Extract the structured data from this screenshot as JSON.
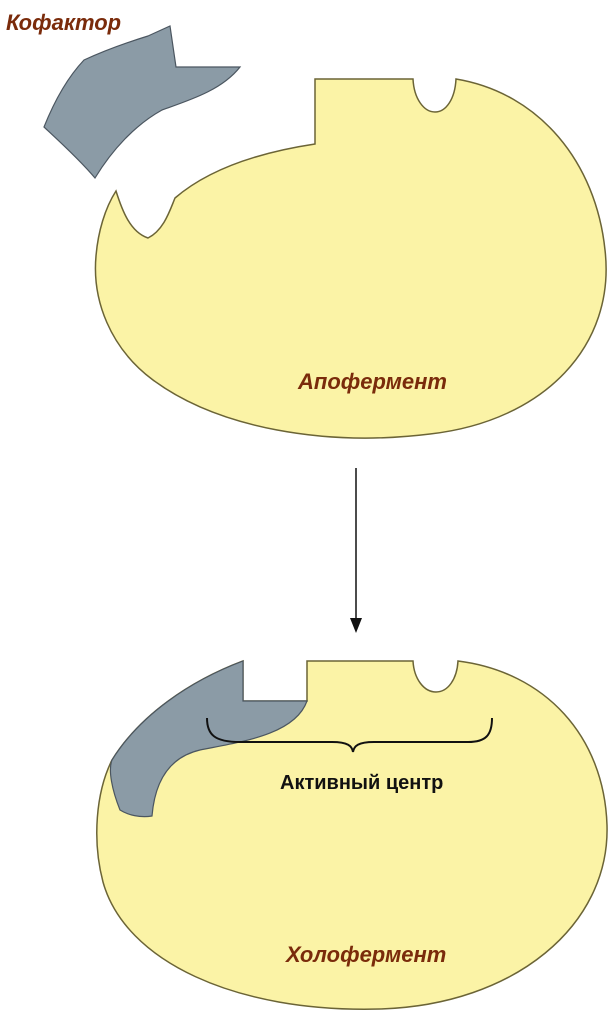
{
  "labels": {
    "cofactor": "Кофактор",
    "apoenzyme": "Апофермент",
    "active_center": "Активный центр",
    "holoenzyme": "Холофермент"
  },
  "colors": {
    "enzyme_fill": "#fbf3a6",
    "enzyme_stroke": "#6b6436",
    "cofactor_fill": "#8b9ba6",
    "cofactor_stroke": "#4b5660",
    "label_brown": "#7a2b0b",
    "label_dark": "#111111",
    "arrow": "#111111",
    "background": "#ffffff"
  }
}
